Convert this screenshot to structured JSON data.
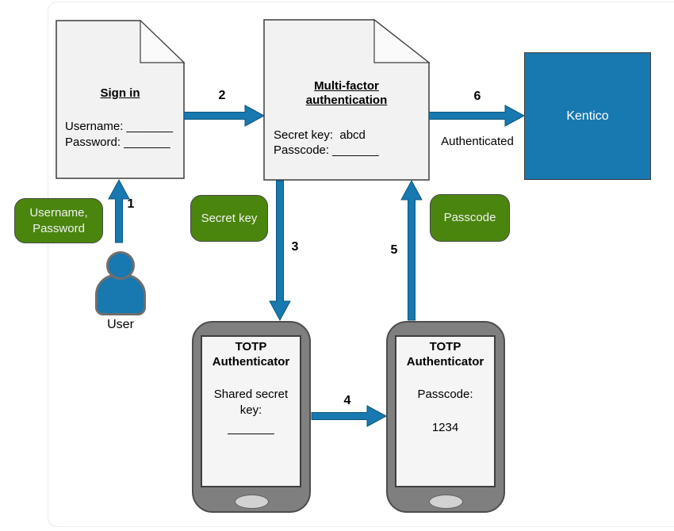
{
  "signin_doc": {
    "title": "Sign in",
    "fields": [
      "Username: _______",
      "Password: _______"
    ]
  },
  "mfa_doc": {
    "title": "Multi-factor authentication",
    "fields": [
      "Secret key:  abcd",
      "Passcode: _______"
    ]
  },
  "kentico": {
    "label": "Kentico"
  },
  "user": {
    "label": "User"
  },
  "badges": {
    "credentials": "Username, Password",
    "secret_key": "Secret key",
    "passcode": "Passcode"
  },
  "steps": {
    "s1": "1",
    "s2": "2",
    "s3": "3",
    "s4": "4",
    "s5": "5",
    "s6": "6"
  },
  "labels": {
    "authenticated": "Authenticated"
  },
  "phones": {
    "setup": {
      "title": "TOTP Authenticator",
      "body": "Shared secret key:",
      "blank": "_______"
    },
    "code": {
      "title": "TOTP Authenticator",
      "body": "Passcode:",
      "value": "1234"
    }
  },
  "colors": {
    "accent_blue": "#1878b0",
    "accent_green": "#4a850d",
    "document_fill": "#f2f2f2",
    "phone_gray": "#7f7f7f"
  }
}
